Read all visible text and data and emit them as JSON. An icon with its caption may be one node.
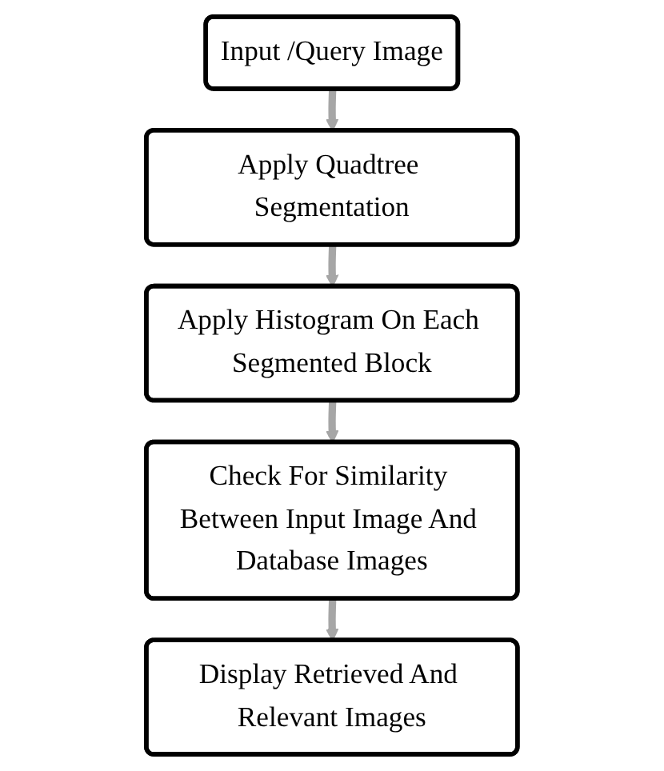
{
  "diagram": {
    "nodes": [
      {
        "text": [
          "Input /Query Image"
        ]
      },
      {
        "text": [
          "Apply Quadtree Segmentation"
        ]
      },
      {
        "text": [
          "Apply Histogram On Each Segmented Block"
        ]
      },
      {
        "text": [
          "Check For Similarity Between Input Image And Database Images"
        ]
      },
      {
        "text": [
          "Display Retrieved And Relevant Images"
        ]
      }
    ],
    "edges": [
      {
        "from": 0,
        "to": 1,
        "arrow": "to"
      },
      {
        "from": 1,
        "to": 2,
        "arrow": "to"
      },
      {
        "from": 2,
        "to": 3,
        "arrow": "to"
      },
      {
        "from": 3,
        "to": 4,
        "arrow": "to"
      }
    ]
  }
}
